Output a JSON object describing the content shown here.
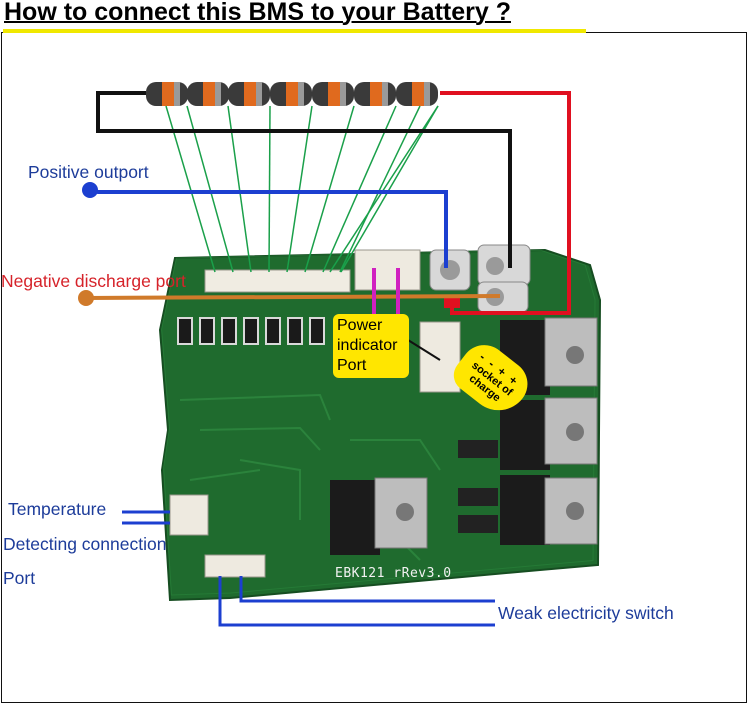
{
  "title": "How to connect this BMS to your Battery ?",
  "labels": {
    "positive_outport": "Positive outport",
    "negative_discharge_port": "Negative discharge port",
    "power_indicator_port": [
      "Power",
      "indicator",
      "Port"
    ],
    "charge_socket": [
      "socket of",
      "charge"
    ],
    "charge_socket_symbols": "- - + +",
    "temperature_detecting": [
      "Temperature",
      "Detecting connection",
      "Port"
    ],
    "weak_electricity_switch": "Weak electricity switch",
    "board_model": "EBK121 rRev3.0"
  },
  "colors": {
    "label_blue": "#1d3c9a",
    "label_red": "#d6232a",
    "wire_blue": "#1c3fd0",
    "wire_orange": "#d07a2a",
    "wire_red": "#e01020",
    "wire_black": "#111111",
    "sense_wire_green": "#1aa04a",
    "callout_yellow": "#ffe600",
    "pcb_green": "#1f6b2e",
    "highlight_magenta": "#d020c0"
  }
}
